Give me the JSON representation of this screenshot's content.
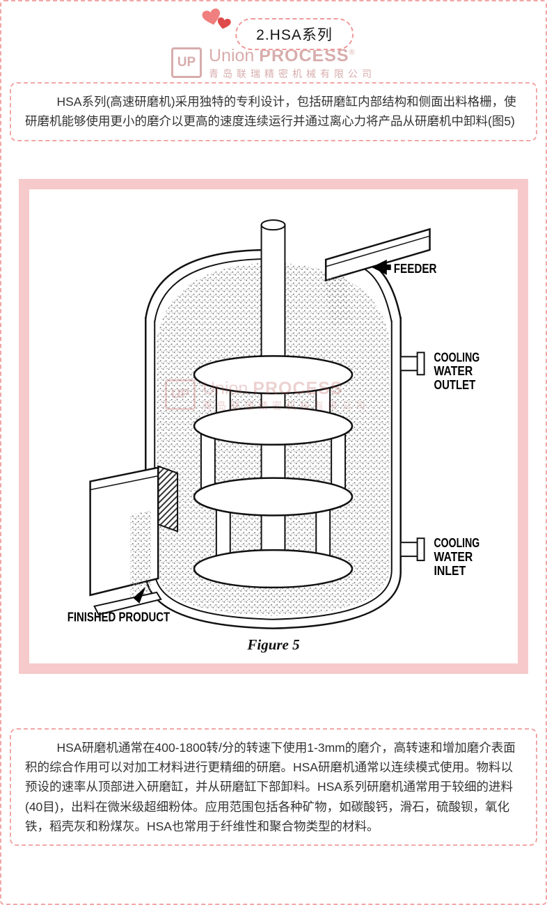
{
  "header": {
    "badge_label": "2.HSA系列"
  },
  "watermark": {
    "monogram": "UP",
    "brand_light": "Union",
    "brand_bold": "PROCESS",
    "registered": "®",
    "company": "青岛联瑞精密机械有限公司"
  },
  "intro": {
    "text": "HSA系列(高速研磨机)采用独特的专利设计，包括研磨缸内部结构和侧面出料格栅，使研磨机能够使用更小的磨介以更高的速度连续运行并通过离心力将产品从研磨机中卸料(图5)"
  },
  "figure": {
    "caption": "Figure 5",
    "labels": {
      "feeder": "FEEDER",
      "cooling_outlet": [
        "COOLING",
        "WATER",
        "OUTLET"
      ],
      "cooling_inlet": [
        "COOLING",
        "WATER",
        "INLET"
      ],
      "finished_product": "FINISHED PRODUCT"
    }
  },
  "body": {
    "text": "HSA研磨机通常在400-1800转/分的转速下使用1-3mm的磨介，高转速和增加磨介表面积的综合作用可以对加工材料进行更精细的研磨。HSA研磨机通常以连续模式使用。物料以预设的速率从顶部进入研磨缸，并从研磨缸下部卸料。HSA系列研磨机通常用于较细的进料(40目)，出料在微米级超细粉体。应用范围包括各种矿物，如碳酸钙，滑石，硫酸钡，氧化铁，稻壳灰和粉煤灰。HSA也常用于纤维性和聚合物类型的材料。"
  },
  "colors": {
    "accent_pink": "#f2a6a6",
    "frame_pink": "#f6caca",
    "watermark_red": "#b96a6a",
    "text_dark": "#333333"
  }
}
